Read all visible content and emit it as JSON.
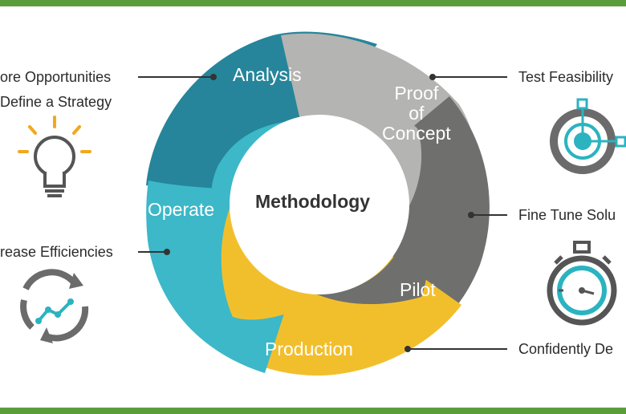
{
  "hub_title": "Methodology",
  "stages": [
    {
      "label": "Analysis",
      "color": "#26859a"
    },
    {
      "label": "Proof of Concept",
      "line1": "Proof",
      "line2": "of",
      "line3": "Concept",
      "color": "#b4b4b2"
    },
    {
      "label": "Pilot",
      "color": "#6f6f6d"
    },
    {
      "label": "Production",
      "color": "#f2bf2c"
    },
    {
      "label": "Operate",
      "color": "#3cb8c8"
    }
  ],
  "callouts": {
    "left_top_line1": "ore Opportunities",
    "left_top_line2": "Define a Strategy",
    "left_bottom": "rease Efficiencies",
    "right_1": "Test Feasibility",
    "right_2": "Fine Tune Solu",
    "right_3": "Confidently De"
  },
  "icons": [
    "lightbulb-icon",
    "cycle-chart-icon",
    "target-gauge-icon",
    "stopwatch-icon"
  ],
  "colors": {
    "frame": "#5a9e3c",
    "accent_teal": "#2bb3c0",
    "icon_gray": "#6b6b6b",
    "bulb_rays": "#f2a81d"
  }
}
